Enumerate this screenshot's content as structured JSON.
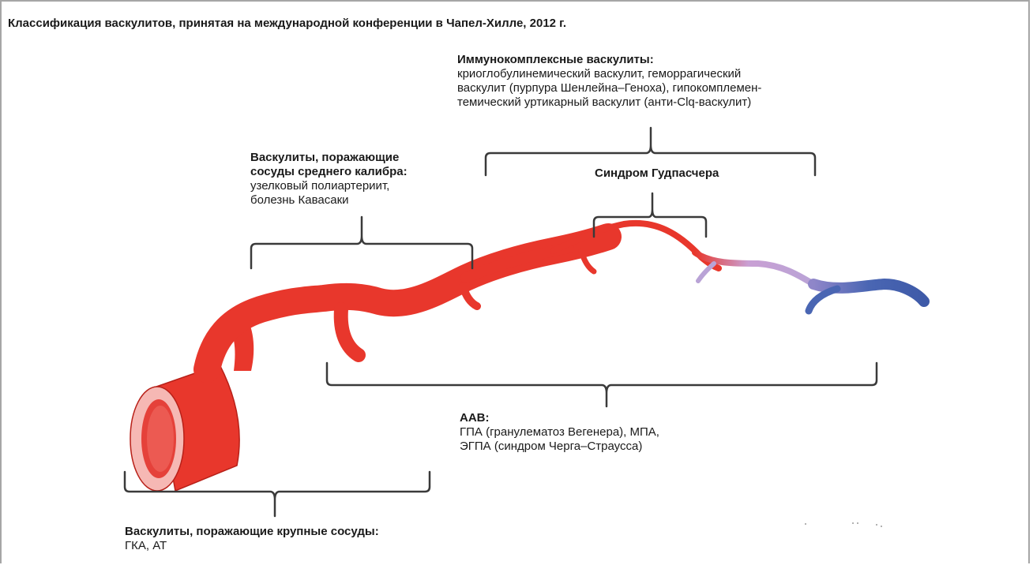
{
  "title": "Классификация васкулитов, принятая на международной конференции в Чапел-Хилле, 2012 г.",
  "groups": {
    "immune_complex": {
      "heading": "Иммунокомплексные васкулиты:",
      "text": " криоглобулинемический васкулит, геморрагический\nваскулит (пурпура Шенлейна–Геноха), гипокомплемен-\nтемический уртикарный васкулит (анти-Clq-васкулит)"
    },
    "goodpasture": {
      "heading": "Синдром Гудпасчера"
    },
    "medium_vessel": {
      "heading": "Васкулиты, поражающие\nсосуды среднего калибра:",
      "text": "узелковый полиартериит,\nболезнь Кавасаки"
    },
    "aav": {
      "heading": "ААВ:",
      "text": "ГПА (гранулематоз Вегенера), МПА,\nЭГПА (синдром Черга–Страусса)"
    },
    "large_vessel": {
      "heading": "Васкулиты, поражающие крупные сосуды:",
      "text": "ГКА, АТ"
    }
  },
  "colors": {
    "artery": "#e8372c",
    "artery_dark": "#b82018",
    "lumen_ring": "#f6b8b4",
    "lumen_inner": "#e5413a",
    "capillary": "#b9a3d6",
    "vein": "#4a66b3",
    "bracket": "#3a3a3a"
  }
}
